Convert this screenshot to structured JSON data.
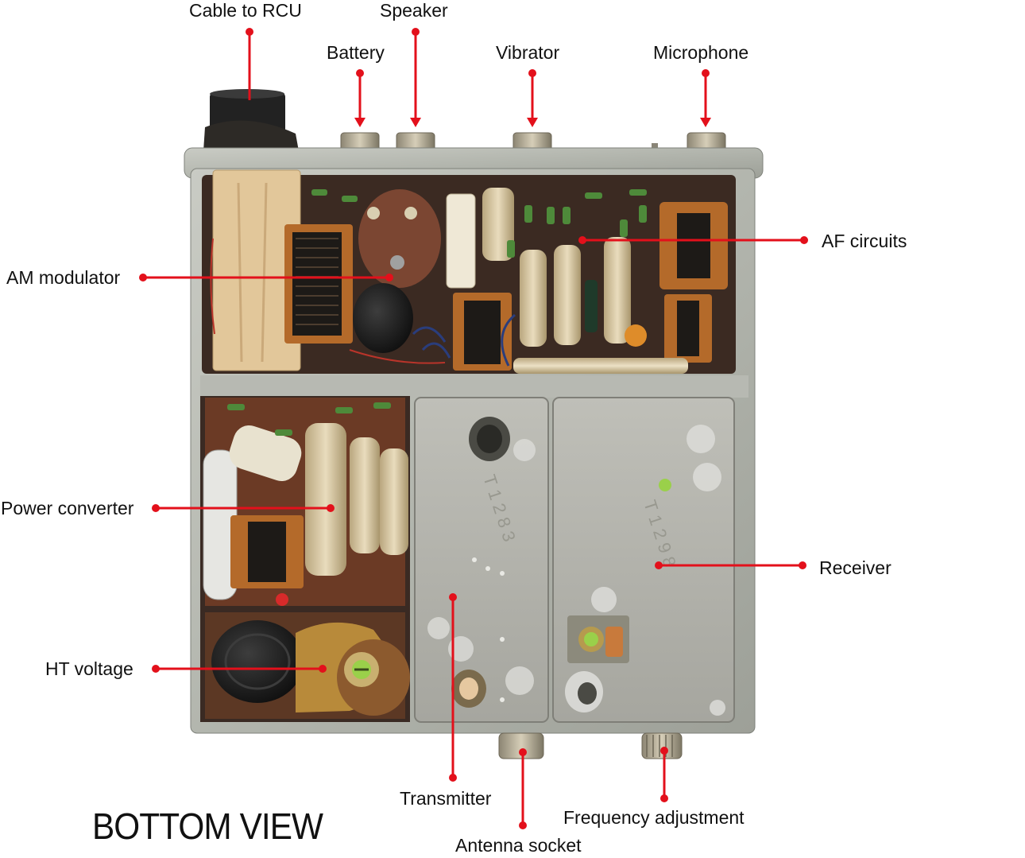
{
  "diagram": {
    "title": "BOTTOM VIEW",
    "accent_color": "#e3101b",
    "labels": {
      "cable_to_rcu": "Cable to RCU",
      "battery": "Battery",
      "speaker": "Speaker",
      "vibrator": "Vibrator",
      "microphone": "Microphone",
      "af_circuits": "AF circuits",
      "am_modulator": "AM modulator",
      "power_converter": "Power converter",
      "receiver": "Receiver",
      "ht_voltage": "HT voltage",
      "transmitter": "Transmitter",
      "frequency_adjustment": "Frequency adjustment",
      "antenna_socket": "Antenna socket"
    },
    "component_markings": {
      "transmitter_plate": "Т 1 2 8 3",
      "receiver_plate": "Т 1 2 9 8"
    }
  }
}
